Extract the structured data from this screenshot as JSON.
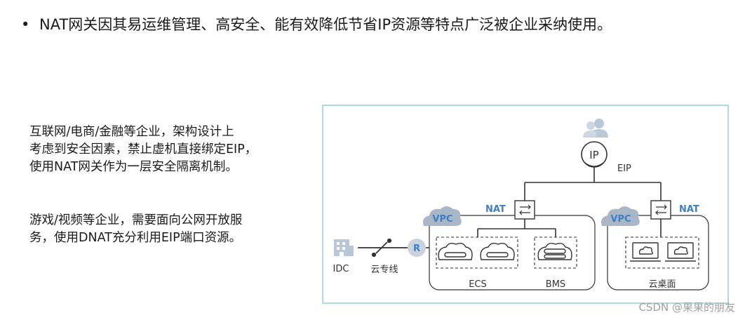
{
  "header": {
    "bullet": "•",
    "text": "NAT网关因其易运维管理、高安全、能有效降低节省IP资源等特点广泛被企业采纳使用。"
  },
  "paragraph1": {
    "lines": [
      "互联网/电商/金融等企业，架构设计上",
      "考虑到安全因素，禁止虚机直接绑定EIP，",
      "使用NAT网关作为一层安全隔离机制。"
    ]
  },
  "paragraph2": {
    "lines": [
      "游戏/视频等企业，需要面向公网开放服",
      "务，使用DNAT充分利用EIP端口资源。"
    ]
  },
  "diagram": {
    "ip_icon": "IP",
    "eip_label": "EIP",
    "nat_left": "NAT",
    "nat_right": "NAT",
    "vpc_left": "VPC",
    "vpc_right": "VPC",
    "router": "R",
    "idc": "IDC",
    "direct_connect": "云专线",
    "ecs": "ECS",
    "bms": "BMS",
    "desktop": "云桌面",
    "colors": {
      "frame": "#8fd0d3",
      "vpc": "#a8b6c6",
      "nat_text": "#3f7fc8",
      "line": "#333333"
    }
  },
  "watermark": "CSDN @果果的朋友"
}
